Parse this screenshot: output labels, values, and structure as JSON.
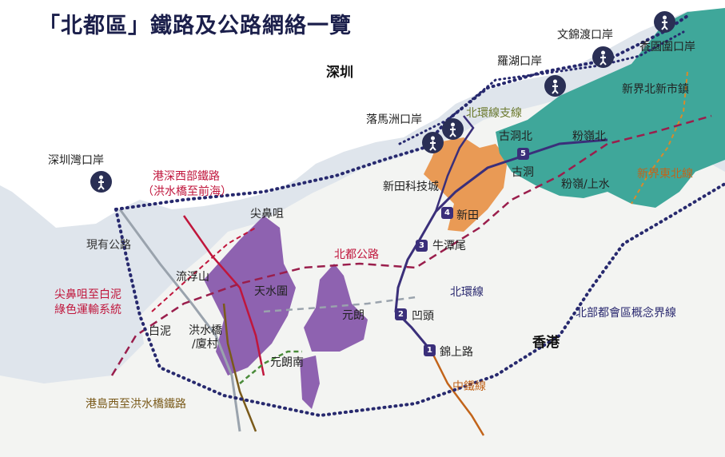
{
  "title": "「北都區」鐵路及公路網絡一覽",
  "regions": {
    "shenzhen": "深圳",
    "hongkong": "香港"
  },
  "ports": [
    {
      "id": "shenzhen-bay",
      "label": "深圳灣口岸"
    },
    {
      "id": "lok-ma-chau",
      "label": "落馬洲口岸"
    },
    {
      "id": "lo-wu",
      "label": "羅湖口岸"
    },
    {
      "id": "man-kam-to",
      "label": "文錦渡口岸"
    },
    {
      "id": "heung-yuen-wai",
      "label": "香園圍口岸"
    }
  ],
  "routes": {
    "hk_sz_western_rail": "港深西部鐵路",
    "hk_sz_western_rail_sub": "（洪水橋至前海）",
    "green_transit": "尖鼻咀至白泥",
    "green_transit_2": "綠色運輸系統",
    "existing_road": "現有公路",
    "northern_metro_highway": "北都公路",
    "northern_link": "北環線",
    "northern_link_spur": "北環線支線",
    "tuen_ma_line": "中鐵線",
    "hk_island_west_hsk_rail": "港島西至洪水橋鐵路",
    "ne_nt_line": "新界東北線",
    "boundary": "北部都會區概念界線"
  },
  "places": {
    "tsim_bei_tsui": "尖鼻咀",
    "lau_fau_shan": "流浮山",
    "tin_shui_wai": "天水圍",
    "pak_nai": "白泥",
    "hung_shui_kiu": "洪水橋",
    "ha_tsuen": "/廈村",
    "yuen_long": "元朗",
    "yuen_long_south": "元朗南",
    "san_tin_tech": "新田科技城",
    "new_territories_north_town": "新界北新市鎮",
    "fanling_north": "粉嶺北",
    "fanling_sheung_shui": "粉嶺/上水"
  },
  "stations": [
    {
      "num": "1",
      "name": "錦上路"
    },
    {
      "num": "2",
      "name": "凹頭"
    },
    {
      "num": "3",
      "name": "牛潭尾"
    },
    {
      "num": "4",
      "name": "新田"
    },
    {
      "num": "5",
      "name": "古洞"
    }
  ],
  "extra_places": {
    "kwu_tung_north": "古洞北"
  },
  "colors": {
    "title": "#1b1f4b",
    "sea": "#dfe5ec",
    "land_sz": "#ffffff",
    "development_purple": "#8e62b0",
    "development_teal": "#3fa79a",
    "development_orange": "#e99a55",
    "northern_link": "#3a2f7a",
    "western_rail": "#c0163c",
    "boundary_dots": "#27296e",
    "hwy_dash": "#9a1e4c"
  }
}
